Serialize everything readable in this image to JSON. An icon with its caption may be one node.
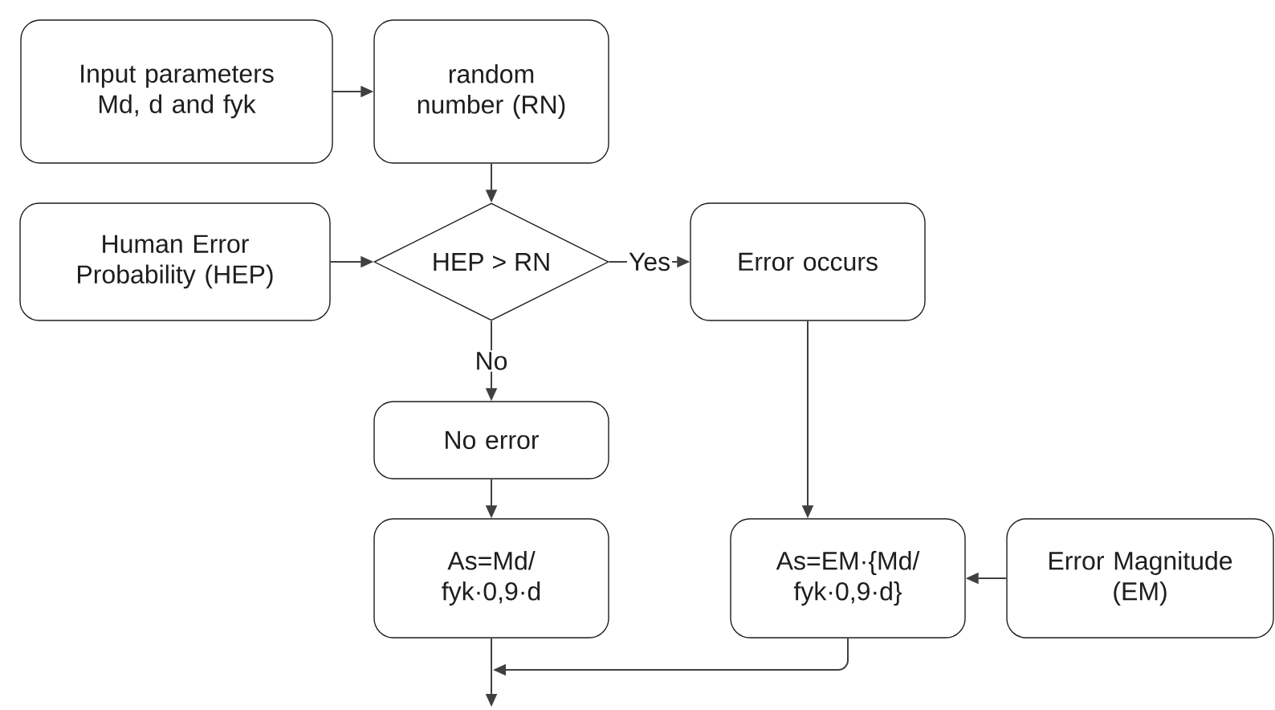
{
  "diagram": {
    "nodes": [
      {
        "text": [
          "Input parameters Md, d and fyk"
        ]
      },
      {
        "text": [
          "random number (RN)"
        ]
      },
      {
        "text": [
          "Human Error Probability (HEP)"
        ]
      },
      {
        "text": [
          "HEP > RN"
        ]
      },
      {
        "text": [
          "Error occurs"
        ]
      },
      {
        "text": [
          "No error"
        ]
      },
      {
        "text": [
          "As=Md/ fyk·0,9·d"
        ]
      },
      {
        "text": [
          "As=EM·{Md/ fyk·0,9·d}"
        ]
      },
      {
        "text": [
          "Error Magnitude (EM)"
        ]
      }
    ],
    "edges": [
      {
        "from": 0,
        "to": 1,
        "arrow": "to"
      },
      {
        "from": 1,
        "to": 3,
        "arrow": "to"
      },
      {
        "from": 2,
        "to": 3,
        "arrow": "to"
      },
      {
        "from": 3,
        "to": 4,
        "arrow": "to",
        "label": "Yes"
      },
      {
        "from": 3,
        "to": 5,
        "arrow": "to",
        "label": "No"
      },
      {
        "from": 5,
        "to": 6,
        "arrow": "to"
      },
      {
        "from": 4,
        "to": 7,
        "arrow": "to"
      },
      {
        "from": 8,
        "to": 7,
        "arrow": "to"
      },
      {
        "from": 6,
        "to": null,
        "arrow": "to"
      },
      {
        "from": 7,
        "to": null,
        "arrow": "to"
      }
    ]
  }
}
